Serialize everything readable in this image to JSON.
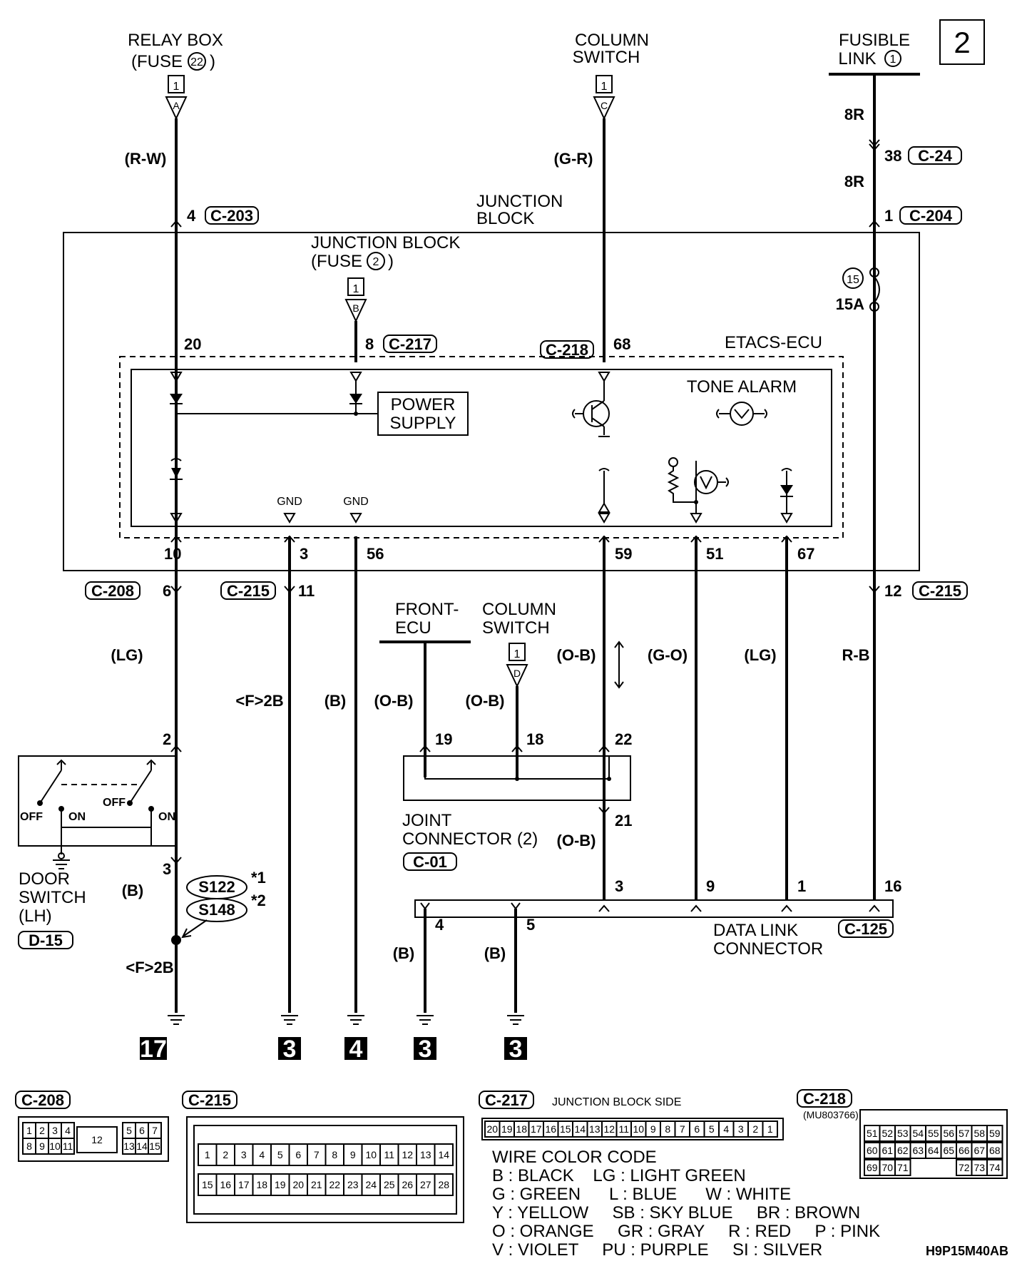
{
  "page_number": "2",
  "sources": {
    "relay_box": {
      "line1": "RELAY BOX",
      "line2": "(FUSE",
      "fuse_num": "22",
      "close": ")",
      "box": "1",
      "tag": "A",
      "color": "(R-W)",
      "pin": "4",
      "conn": "C-203"
    },
    "column_switch": {
      "line1": "COLUMN",
      "line2": "SWITCH",
      "box": "1",
      "tag": "C",
      "color": "(G-R)"
    },
    "fusible_link": {
      "line1": "FUSIBLE",
      "line2": "LINK",
      "num": "1",
      "color_a": "8R",
      "pin_a": "38",
      "conn_a": "C-24",
      "color_b": "8R",
      "pin_b": "1",
      "conn_b": "C-204"
    }
  },
  "junction_block": {
    "label1": "JUNCTION",
    "label2": "BLOCK",
    "fuse_label1": "JUNCTION BLOCK",
    "fuse_label2": "(FUSE",
    "fuse_num": "2",
    "fuse_close": ")",
    "fuse_box": "1",
    "fuse_tag": "B",
    "fuse15": "15",
    "fuse15_rating": "15A"
  },
  "etacs": {
    "label": "ETACS-ECU",
    "pin20": "20",
    "pin8": "8",
    "conn217": "C-217",
    "conn218": "C-218",
    "pin68": "68",
    "power_supply1": "POWER",
    "power_supply2": "SUPPLY",
    "tone_alarm": "TONE ALARM",
    "gnd1": "GND",
    "gnd2": "GND",
    "bottom_pins": [
      "10",
      "3",
      "56",
      "59",
      "51",
      "67"
    ]
  },
  "lower_conns": {
    "c208": "C-208",
    "c208_pin": "6",
    "c215a": "C-215",
    "c215a_pin": "11",
    "c215b": "C-215",
    "c215b_pin": "12"
  },
  "wire_labels": {
    "lg1": "(LG)",
    "f2b1": "<F>2B",
    "b1": "(B)",
    "ob1": "(O-B)",
    "ob2": "(O-B)",
    "ob3": "(O-B)",
    "go": "(G-O)",
    "lg2": "(LG)",
    "rb": "R-B",
    "b_door": "(B)",
    "f2b2": "<F>2B",
    "ob4": "(O-B)",
    "b2": "(B)",
    "b3": "(B)"
  },
  "front_ecu": {
    "line1": "FRONT-",
    "line2": "ECU"
  },
  "column_switch2": {
    "line1": "COLUMN",
    "line2": "SWITCH",
    "box": "1",
    "tag": "D"
  },
  "joint_connector": {
    "line1": "JOINT",
    "line2": "CONNECTOR (2)",
    "conn": "C-01",
    "pin19": "19",
    "pin18": "18",
    "pin22": "22",
    "pin21": "21"
  },
  "door_switch": {
    "line1": "DOOR",
    "line2": "SWITCH",
    "line3": "(LH)",
    "conn": "D-15",
    "off1": "OFF",
    "on1": "ON",
    "off2": "OFF",
    "on2": "ON",
    "pin2": "2",
    "pin3": "3",
    "splice1": "S122",
    "splice2": "S148",
    "star1": "*1",
    "star2": "*2"
  },
  "data_link": {
    "line1": "DATA LINK",
    "line2": "CONNECTOR",
    "conn": "C-125",
    "pin3": "3",
    "pin9": "9",
    "pin1": "1",
    "pin16": "16",
    "pin4": "4",
    "pin5": "5"
  },
  "grounds": [
    "17",
    "3",
    "4",
    "3",
    "3"
  ],
  "connector_views": {
    "c208": {
      "label": "C-208",
      "row1": [
        "1",
        "2",
        "3",
        "4",
        "5",
        "6",
        "7"
      ],
      "row2": [
        "8",
        "9",
        "10",
        "11",
        "13",
        "14",
        "15"
      ],
      "center": "12"
    },
    "c215": {
      "label": "C-215",
      "row1": [
        "1",
        "2",
        "3",
        "4",
        "5",
        "6",
        "7",
        "8",
        "9",
        "10",
        "11",
        "12",
        "13",
        "14"
      ],
      "row2": [
        "15",
        "16",
        "17",
        "18",
        "19",
        "20",
        "21",
        "22",
        "23",
        "24",
        "25",
        "26",
        "27",
        "28"
      ]
    },
    "c217": {
      "label": "C-217",
      "side": "JUNCTION BLOCK SIDE",
      "pins": [
        "20",
        "19",
        "18",
        "17",
        "16",
        "15",
        "14",
        "13",
        "12",
        "11",
        "10",
        "9",
        "8",
        "7",
        "6",
        "5",
        "4",
        "3",
        "2",
        "1"
      ]
    },
    "c218": {
      "label": "C-218",
      "part": "(MU803766)",
      "row1": [
        "51",
        "52",
        "53",
        "54",
        "55",
        "56",
        "57",
        "58",
        "59"
      ],
      "row2": [
        "60",
        "61",
        "62",
        "63",
        "64",
        "65",
        "66",
        "67",
        "68"
      ],
      "row3": [
        "69",
        "70",
        "71",
        "72",
        "73",
        "74"
      ]
    }
  },
  "wire_color_code": {
    "title": "WIRE COLOR CODE",
    "lines": [
      "B : BLACK    LG : LIGHT GREEN",
      "G : GREEN      L : BLUE      W : WHITE",
      "Y : YELLOW     SB : SKY BLUE     BR : BROWN",
      "O : ORANGE     GR : GRAY     R : RED     P : PINK",
      "V : VIOLET     PU : PURPLE     SI : SILVER"
    ]
  },
  "diagram_code": "H9P15M40AB"
}
